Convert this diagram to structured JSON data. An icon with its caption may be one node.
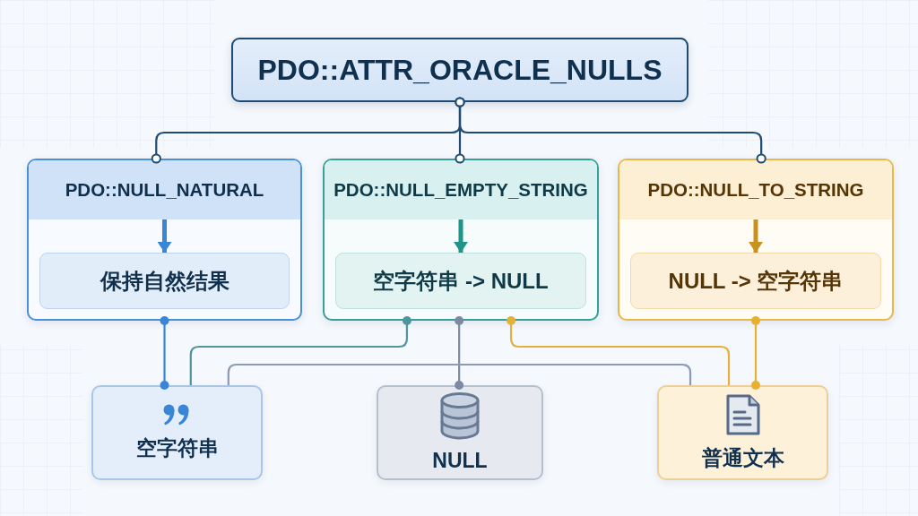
{
  "diagram": {
    "nodes": [
      {
        "text": [
          "PDO::ATTR_ORACLE_NULLS"
        ]
      },
      {
        "text": [],
        "shape": "box"
      },
      {
        "text": [
          "PDO::NULL_NATURAL"
        ],
        "in": 1
      },
      {
        "text": [
          "保持自然结果"
        ],
        "in": 1
      },
      {
        "text": [],
        "shape": "box"
      },
      {
        "text": [
          "PDO::NULL_EMPTY_STRING"
        ],
        "in": 4
      },
      {
        "text": [
          "空字符串 -> NULL"
        ],
        "in": 4
      },
      {
        "text": [],
        "shape": "box"
      },
      {
        "text": [
          "PDO::NULL_TO_STRING"
        ],
        "in": 7
      },
      {
        "text": [
          "NULL -> 空字符串"
        ],
        "in": 7
      },
      {
        "text": [
          "空字符串"
        ]
      },
      {
        "text": [
          "NULL"
        ]
      },
      {
        "text": [
          "普通文本"
        ]
      }
    ],
    "edges": [
      {
        "from": 0,
        "to": 1,
        "arrow": "other"
      },
      {
        "from": 0,
        "to": 4,
        "arrow": "other"
      },
      {
        "from": 0,
        "to": 7,
        "arrow": "other"
      },
      {
        "from": 2,
        "to": 3,
        "arrow": "to",
        "style": "thick",
        "color": "#3a86d6"
      },
      {
        "from": 5,
        "to": 6,
        "arrow": "to",
        "style": "thick",
        "color": "#1f9488"
      },
      {
        "from": 8,
        "to": 9,
        "arrow": "to",
        "style": "thick",
        "color": "#c8921e"
      },
      {
        "from": 1,
        "to": 10,
        "arrow": "other",
        "color": "#3a86d6"
      },
      {
        "from": 4,
        "to": 10,
        "arrow": "other",
        "color": "#4f95a0"
      },
      {
        "from": 4,
        "to": 11,
        "arrow": "other",
        "color": "#7b8aa1"
      },
      {
        "from": 4,
        "to": 12,
        "arrow": "other",
        "color": "#e3b03c"
      },
      {
        "from": 7,
        "to": 12,
        "arrow": "other",
        "color": "#e8b030"
      },
      {
        "from": 10,
        "to": 12,
        "arrow": "none",
        "color": "#8a9bb3"
      }
    ]
  }
}
